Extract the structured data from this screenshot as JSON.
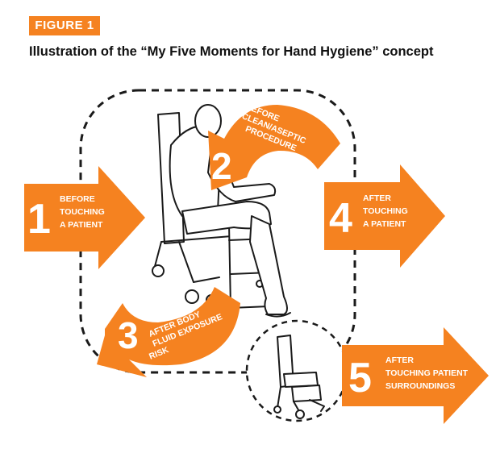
{
  "figure": {
    "tag": "FIGURE 1",
    "title": "Illustration of the “My Five Moments for Hand Hygiene” concept"
  },
  "colors": {
    "accent": "#f58220",
    "ink": "#1a1a1a",
    "background": "#ffffff"
  },
  "moments": [
    {
      "number": "1",
      "lines": [
        "BEFORE",
        "TOUCHING",
        "A PATIENT"
      ]
    },
    {
      "number": "2",
      "lines": [
        "BEFORE",
        "CLEAN/ASEPTIC",
        "PROCEDURE"
      ]
    },
    {
      "number": "3",
      "lines": [
        "AFTER BODY",
        "FLUID EXPOSURE",
        "RISK"
      ]
    },
    {
      "number": "4",
      "lines": [
        "AFTER",
        "TOUCHING",
        "A PATIENT"
      ]
    },
    {
      "number": "5",
      "lines": [
        "AFTER",
        "TOUCHING PATIENT",
        "SURROUNDINGS"
      ]
    }
  ],
  "icons": {
    "patient": "patient-in-chair-icon",
    "chair": "empty-chair-icon"
  }
}
